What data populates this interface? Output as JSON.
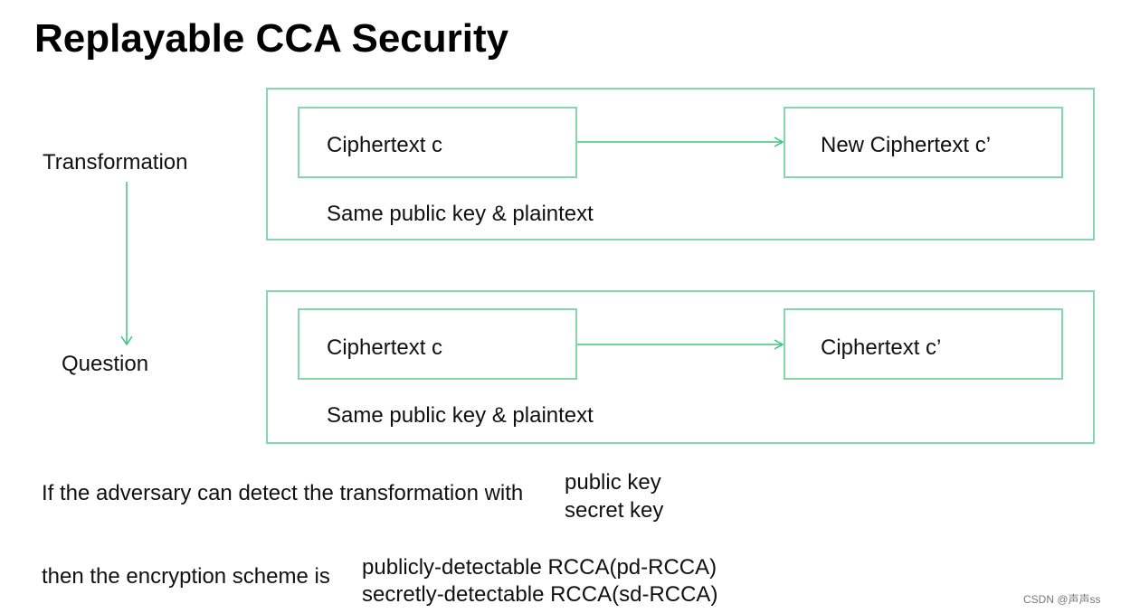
{
  "title": "Replayable CCA Security",
  "side_labels": {
    "transformation": "Transformation",
    "question": "Question"
  },
  "panels": [
    {
      "left_box": "Ciphertext c",
      "right_box": "New Ciphertext c’",
      "caption": "Same public key & plaintext"
    },
    {
      "left_box": "Ciphertext c",
      "right_box": "Ciphertext c’",
      "caption": "Same public key & plaintext"
    }
  ],
  "condition": {
    "prefix": "If the adversary can detect the transformation with",
    "options": [
      "public key",
      "secret key"
    ]
  },
  "conclusion": {
    "prefix": "then the encryption scheme is",
    "options": [
      "publicly-detectable RCCA(pd-RCCA)",
      "secretly-detectable RCCA(sd-RCCA)"
    ]
  },
  "watermark": "CSDN @声声ss",
  "colors": {
    "accent": "#86d6ab",
    "arrow": "#3cc47e",
    "text": "#111111"
  }
}
